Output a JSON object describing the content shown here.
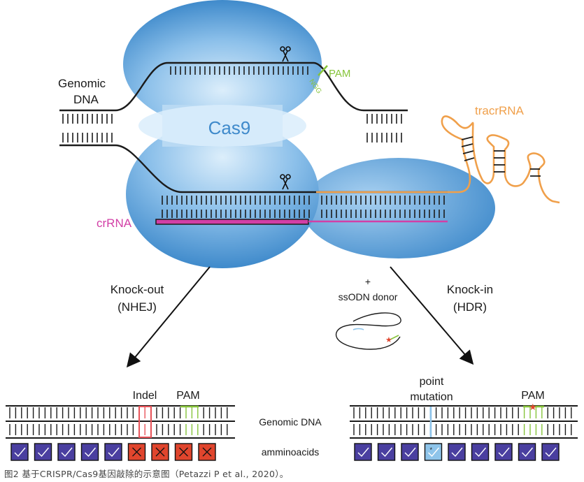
{
  "labels": {
    "genomic_dna_top": "Genomic",
    "genomic_dna_bottom": "DNA",
    "cas9": "Cas9",
    "pam_top": "PAM",
    "ngg": "NGG",
    "tracr_rna": "tracrRNA",
    "cr_rna": "crRNA",
    "plus": "+",
    "ssodn_donor": "ssODN donor",
    "knock_out_line1": "Knock-out",
    "knock_out_line2": "(NHEJ)",
    "knock_in_line1": "Knock-in",
    "knock_in_line2": "(HDR)",
    "indel": "Indel",
    "pam_left": "PAM",
    "point_line1": "point",
    "point_line2": "mutation",
    "pam_right": "PAM",
    "genomic_dna_center": "Genomic DNA",
    "amino_acids": "amminoacids"
  },
  "caption": "图2 基于CRISPR/Cas9基因敲除的示意图（Petazzi P et al., 2020）。",
  "colors": {
    "cas9_blue": "#4a90cf",
    "cas9_light": "#d9ecfa",
    "tracr_orange": "#f0a04b",
    "crrna_magenta": "#d23fa6",
    "pam_green": "#86c43a",
    "indel_red": "#e8545a",
    "mutation_blue": "#8ec4ea",
    "aa_purple": "#4a3fa0",
    "aa_red": "#e0452d"
  },
  "amino_left": [
    "ok",
    "ok",
    "ok",
    "ok",
    "ok",
    "x",
    "x",
    "x",
    "x"
  ],
  "amino_right": [
    "ok",
    "ok",
    "ok",
    "mut",
    "ok",
    "ok",
    "ok",
    "ok",
    "ok"
  ]
}
